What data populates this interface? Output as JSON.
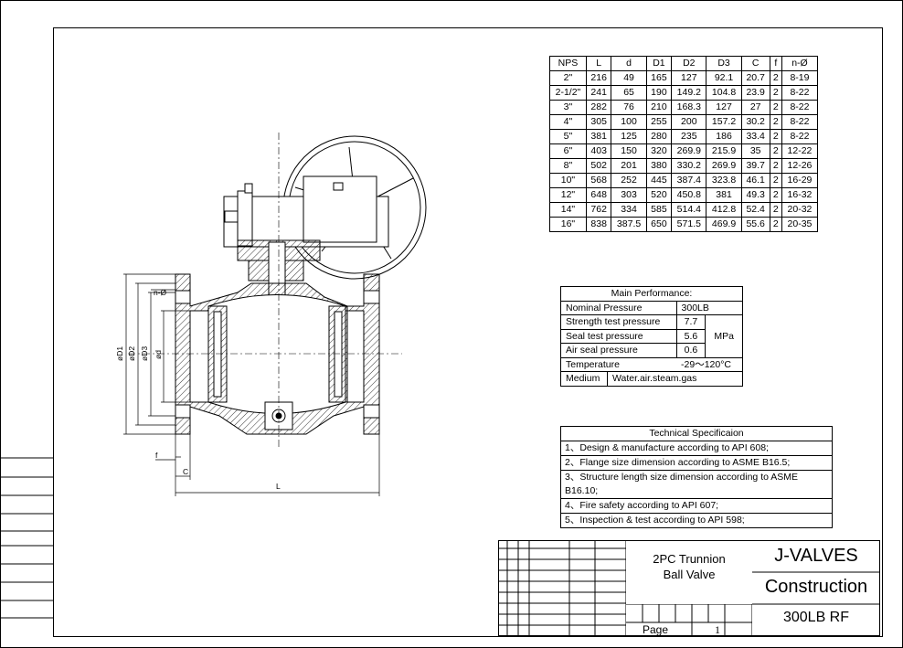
{
  "dim_table": {
    "headers": [
      "NPS",
      "L",
      "d",
      "D1",
      "D2",
      "D3",
      "C",
      "f",
      "n-Ø"
    ],
    "rows": [
      [
        "2\"",
        "216",
        "49",
        "165",
        "127",
        "92.1",
        "20.7",
        "2",
        "8-19"
      ],
      [
        "2-1/2\"",
        "241",
        "65",
        "190",
        "149.2",
        "104.8",
        "23.9",
        "2",
        "8-22"
      ],
      [
        "3\"",
        "282",
        "76",
        "210",
        "168.3",
        "127",
        "27",
        "2",
        "8-22"
      ],
      [
        "4\"",
        "305",
        "100",
        "255",
        "200",
        "157.2",
        "30.2",
        "2",
        "8-22"
      ],
      [
        "5\"",
        "381",
        "125",
        "280",
        "235",
        "186",
        "33.4",
        "2",
        "8-22"
      ],
      [
        "6\"",
        "403",
        "150",
        "320",
        "269.9",
        "215.9",
        "35",
        "2",
        "12-22"
      ],
      [
        "8\"",
        "502",
        "201",
        "380",
        "330.2",
        "269.9",
        "39.7",
        "2",
        "12-26"
      ],
      [
        "10\"",
        "568",
        "252",
        "445",
        "387.4",
        "323.8",
        "46.1",
        "2",
        "16-29"
      ],
      [
        "12\"",
        "648",
        "303",
        "520",
        "450.8",
        "381",
        "49.3",
        "2",
        "16-32"
      ],
      [
        "14\"",
        "762",
        "334",
        "585",
        "514.4",
        "412.8",
        "52.4",
        "2",
        "20-32"
      ],
      [
        "16\"",
        "838",
        "387.5",
        "650",
        "571.5",
        "469.9",
        "55.6",
        "2",
        "20-35"
      ]
    ]
  },
  "performance": {
    "title": "Main Performance:",
    "nominal_label": "Nominal Pressure",
    "nominal_value": "300LB",
    "strength_label": "Strength test pressure",
    "strength_value": "7.7",
    "seal_label": "Seal test pressure",
    "seal_value": "5.6",
    "air_label": "Air seal pressure",
    "air_value": "0.6",
    "unit": "MPa",
    "temp_label": "Temperature",
    "temp_value": "-29～120°C",
    "medium_label": "Medium",
    "medium_value": "Water.air.steam.gas"
  },
  "technical": {
    "title": "Technical Specificaion",
    "items": [
      "1、Design & manufacture according to API 608;",
      "2、Flange size dimension according to ASME B16.5;",
      "3、Structure length size dimension according to ASME B16.10;",
      "4、Fire safety according to API 607;",
      "5、Inspection & test according to API 598;"
    ]
  },
  "drawing_labels": {
    "d1": "øD1",
    "d2": "øD2",
    "d3": "øD3",
    "d": "ød",
    "n": "n-Ø",
    "f": "f",
    "c": "C",
    "l": "L"
  },
  "title_block": {
    "product_line1": "2PC Trunnion",
    "product_line2": "Ball Valve",
    "company": "J-VALVES",
    "drawing_type": "Construction",
    "spec": "300LB RF",
    "page_label": "Page",
    "page_number": "1"
  }
}
